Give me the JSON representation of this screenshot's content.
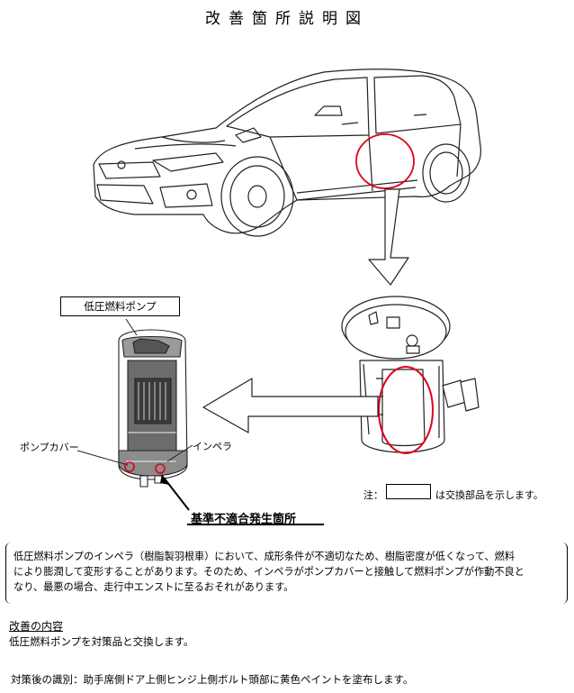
{
  "title": "改善箇所説明図",
  "labels": {
    "pump_box": "低圧燃料ポンプ",
    "pump_cover": "ポンプカバー",
    "impeller": "インペラ",
    "defect": "基準不適合発生箇所"
  },
  "legend": {
    "prefix": "注：",
    "suffix": "は交換部品を示します。"
  },
  "description": [
    "低圧燃料ポンプのインペラ（樹脂製羽根車）において、成形条件が不適切なため、樹脂密度が低くなって、燃料",
    "により膨潤して変形することがあります。そのため、インペラがポンプカバーと接触して燃料ポンプが作動不良と",
    "なり、最悪の場合、走行中エンストに至るおそれがあります。"
  ],
  "remedy": {
    "title": "改善の内容",
    "text": "低圧燃料ポンプを対策品と交換します。"
  },
  "identification": "対策後の識別：助手席側ドア上側ヒンジ上側ボルト頭部に黄色ペイントを塗布します。",
  "colors": {
    "highlight": "#e0001a",
    "line": "#222222",
    "fill": "#ffffff",
    "dark": "#3a3a3a"
  }
}
